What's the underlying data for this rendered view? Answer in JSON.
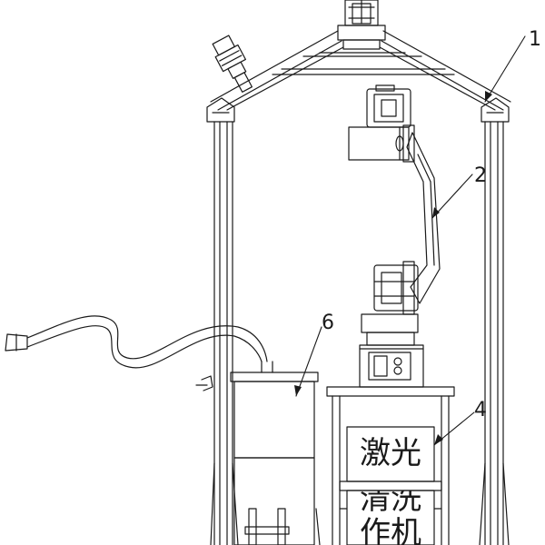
{
  "labels": {
    "l1": "1",
    "l2": "2",
    "l4": "4",
    "l6": "6"
  },
  "cabinet_text": {
    "line1": "激光",
    "line2": "清洗",
    "line3": "作机"
  },
  "colors": {
    "line": "#1a1a1a",
    "background": "#ffffff"
  }
}
